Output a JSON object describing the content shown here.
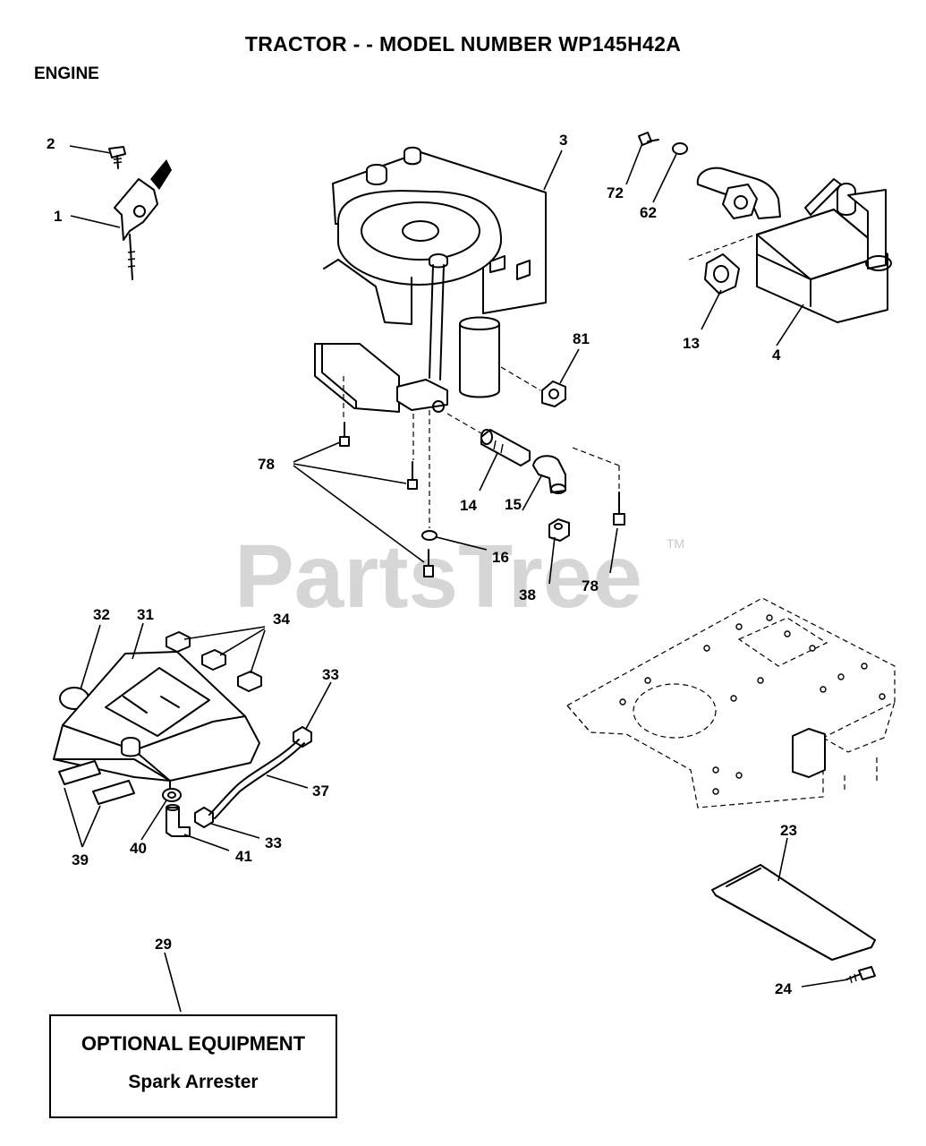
{
  "header": {
    "title": "TRACTOR - - MODEL NUMBER WP145H42A",
    "section": "ENGINE"
  },
  "watermark": {
    "text": "PartsTree",
    "tm": "TM"
  },
  "callouts": {
    "c1": "1",
    "c2": "2",
    "c3": "3",
    "c4": "4",
    "c13": "13",
    "c14": "14",
    "c15": "15",
    "c16": "16",
    "c23": "23",
    "c24": "24",
    "c29": "29",
    "c31": "31",
    "c32": "32",
    "c33a": "33",
    "c33b": "33",
    "c34": "34",
    "c37": "37",
    "c38": "38",
    "c39": "39",
    "c40": "40",
    "c41": "41",
    "c62": "62",
    "c72": "72",
    "c78a": "78",
    "c78b": "78",
    "c81": "81"
  },
  "optional_box": {
    "title": "OPTIONAL EQUIPMENT",
    "subtitle": "Spark Arrester"
  }
}
